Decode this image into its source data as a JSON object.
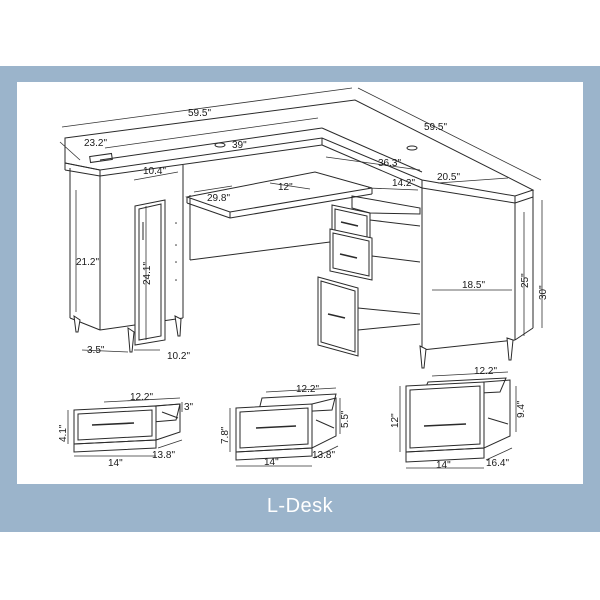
{
  "caption": "L-Desk",
  "dimensions": {
    "top_width_left": "59.5\"",
    "top_width_right": "59.5\"",
    "side_depth": "23.2\"",
    "grommet_span": "39\"",
    "shelf_width": "10.4\"",
    "right_span": "36.3\"",
    "right_depth": "20.5\"",
    "drawer_width_top": "14.2\"",
    "keyboard_tray": "29.8\"",
    "keyboard_depth": "12\"",
    "side_height": "21.2\"",
    "cabinet_height": "24.1\"",
    "knee_height": "25\"",
    "total_height": "30\"",
    "inner_width": "18.5\"",
    "leg_offset": "3.5\"",
    "cabinet_depth": "10.2\"",
    "d1_width": "12.2\"",
    "d1_height": "3\"",
    "d1_side": "4.1\"",
    "d1_front": "14\"",
    "d1_depth": "13.8\"",
    "d2_width": "12.2\"",
    "d2_side": "7.8\"",
    "d2_height": "5.5\"",
    "d2_front": "14\"",
    "d2_depth": "13.8\"",
    "d3_width": "12.2\"",
    "d3_side": "12\"",
    "d3_height": "9.4\"",
    "d3_front": "14\"",
    "d3_depth": "16.4\""
  }
}
